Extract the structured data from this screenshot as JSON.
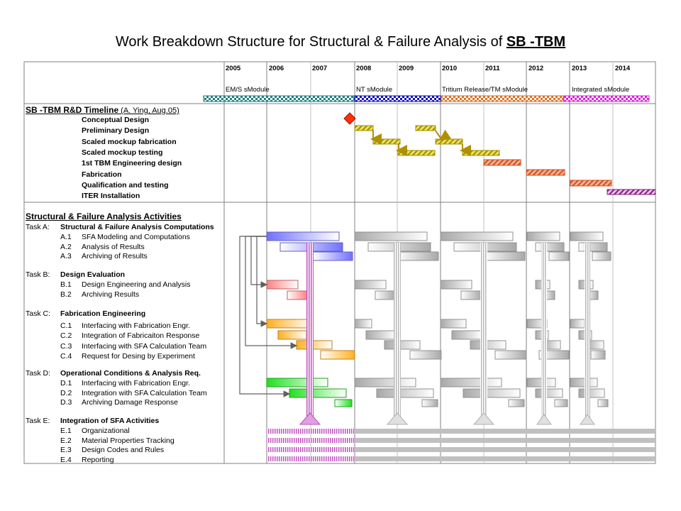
{
  "title": {
    "prefix": "Work Breakdown Structure for Structural & Failure Analysis of ",
    "emph": "SB -TBM"
  },
  "years": [
    "2005",
    "2006",
    "2007",
    "2008",
    "2009",
    "2010",
    "2011",
    "2012",
    "2013",
    "2014"
  ],
  "modules": [
    "EM/S sModule",
    "NT sModule",
    "Tritium Release/TM sModule",
    "Integrated sModule"
  ],
  "timeline": {
    "header": "SB -TBM R&D Timeline",
    "author": " (A. Ying, Aug.05)",
    "items": [
      "Conceptual Design",
      "Preliminary Design",
      "Scaled mockup fabrication",
      "Scaled mockup testing",
      "1st TBM Engineering design",
      "Fabrication",
      "Qualification and testing",
      "ITER Installation"
    ]
  },
  "sfa": {
    "header": "Structural & Failure Analysis Activities",
    "tasks": [
      {
        "id": "Task  A:",
        "name": "Structural & Failure Analysis Computations",
        "items": [
          {
            "code": "A.1",
            "label": "SFA Modeling and Computations"
          },
          {
            "code": "A.2",
            "label": "Analysis of Results"
          },
          {
            "code": "A.3",
            "label": "Archiving of Results"
          }
        ]
      },
      {
        "id": "Task B:",
        "name": "Design Evaluation",
        "items": [
          {
            "code": "B.1",
            "label": "Design Engineering and Analysis"
          },
          {
            "code": "B.2",
            "label": "Archiving Results"
          }
        ]
      },
      {
        "id": "Task C:",
        "name": "Fabrication Engineering",
        "items": [
          {
            "code": "C.1",
            "label": "Interfacing with Fabrication Engr."
          },
          {
            "code": "C.2",
            "label": "Integration of Fabricaiton Response"
          },
          {
            "code": "C.3",
            "label": "Interfacing with SFA Calculation Team"
          },
          {
            "code": "C.4",
            "label": "Request for Desing by Experiment"
          }
        ]
      },
      {
        "id": "Task D:",
        "name": "Operational Conditions & Analysis Req.",
        "items": [
          {
            "code": "D.1",
            "label": "Interfacing with Fabrication Engr."
          },
          {
            "code": "D.2",
            "label": "Integration with SFA Calculation Team"
          },
          {
            "code": "D.3",
            "label": "Archiving  Damage Response"
          }
        ]
      },
      {
        "id": "Task E:",
        "name": "Integration of SFA Activities",
        "items": [
          {
            "code": "E.1",
            "label": "Organizational"
          },
          {
            "code": "E.2",
            "label": "Material Properties Tracking"
          },
          {
            "code": "E.3",
            "label": "Design Codes and Rules"
          },
          {
            "code": "E.4",
            "label": "Reporting"
          }
        ]
      }
    ]
  },
  "colors": {
    "taskA": "#8080ff",
    "taskB": "#ff8080",
    "taskC": "#ffb020",
    "taskD": "#20d020",
    "taskE": "#d070d0",
    "gray": "#b0b0b0",
    "timeline_gold": "#d8c020",
    "timeline_orange": "#e06030",
    "install": "#a040a0",
    "milestone": "#ff3000"
  }
}
